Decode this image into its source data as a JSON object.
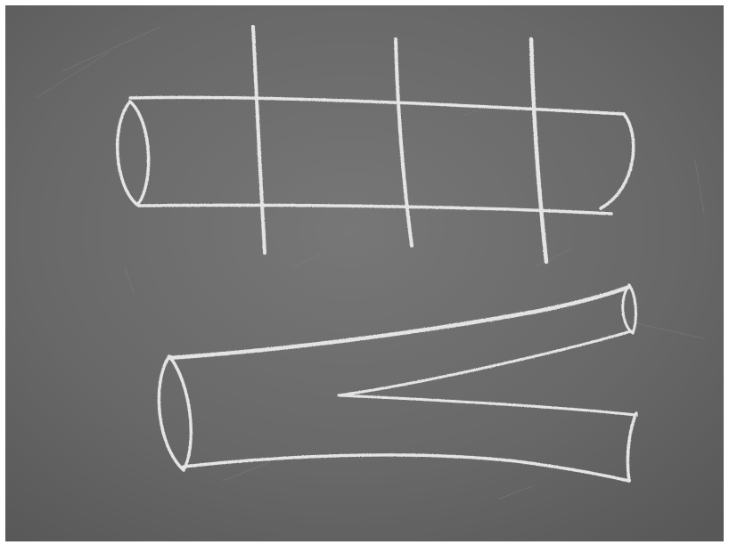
{
  "scene": {
    "subject": "chalkboard",
    "board_color": "#6b6b6b",
    "chalk_color": "#e4e4e4",
    "drawings": [
      {
        "kind": "cylinder",
        "cross_cuts": 3
      },
      {
        "kind": "pair-of-pants"
      }
    ]
  }
}
